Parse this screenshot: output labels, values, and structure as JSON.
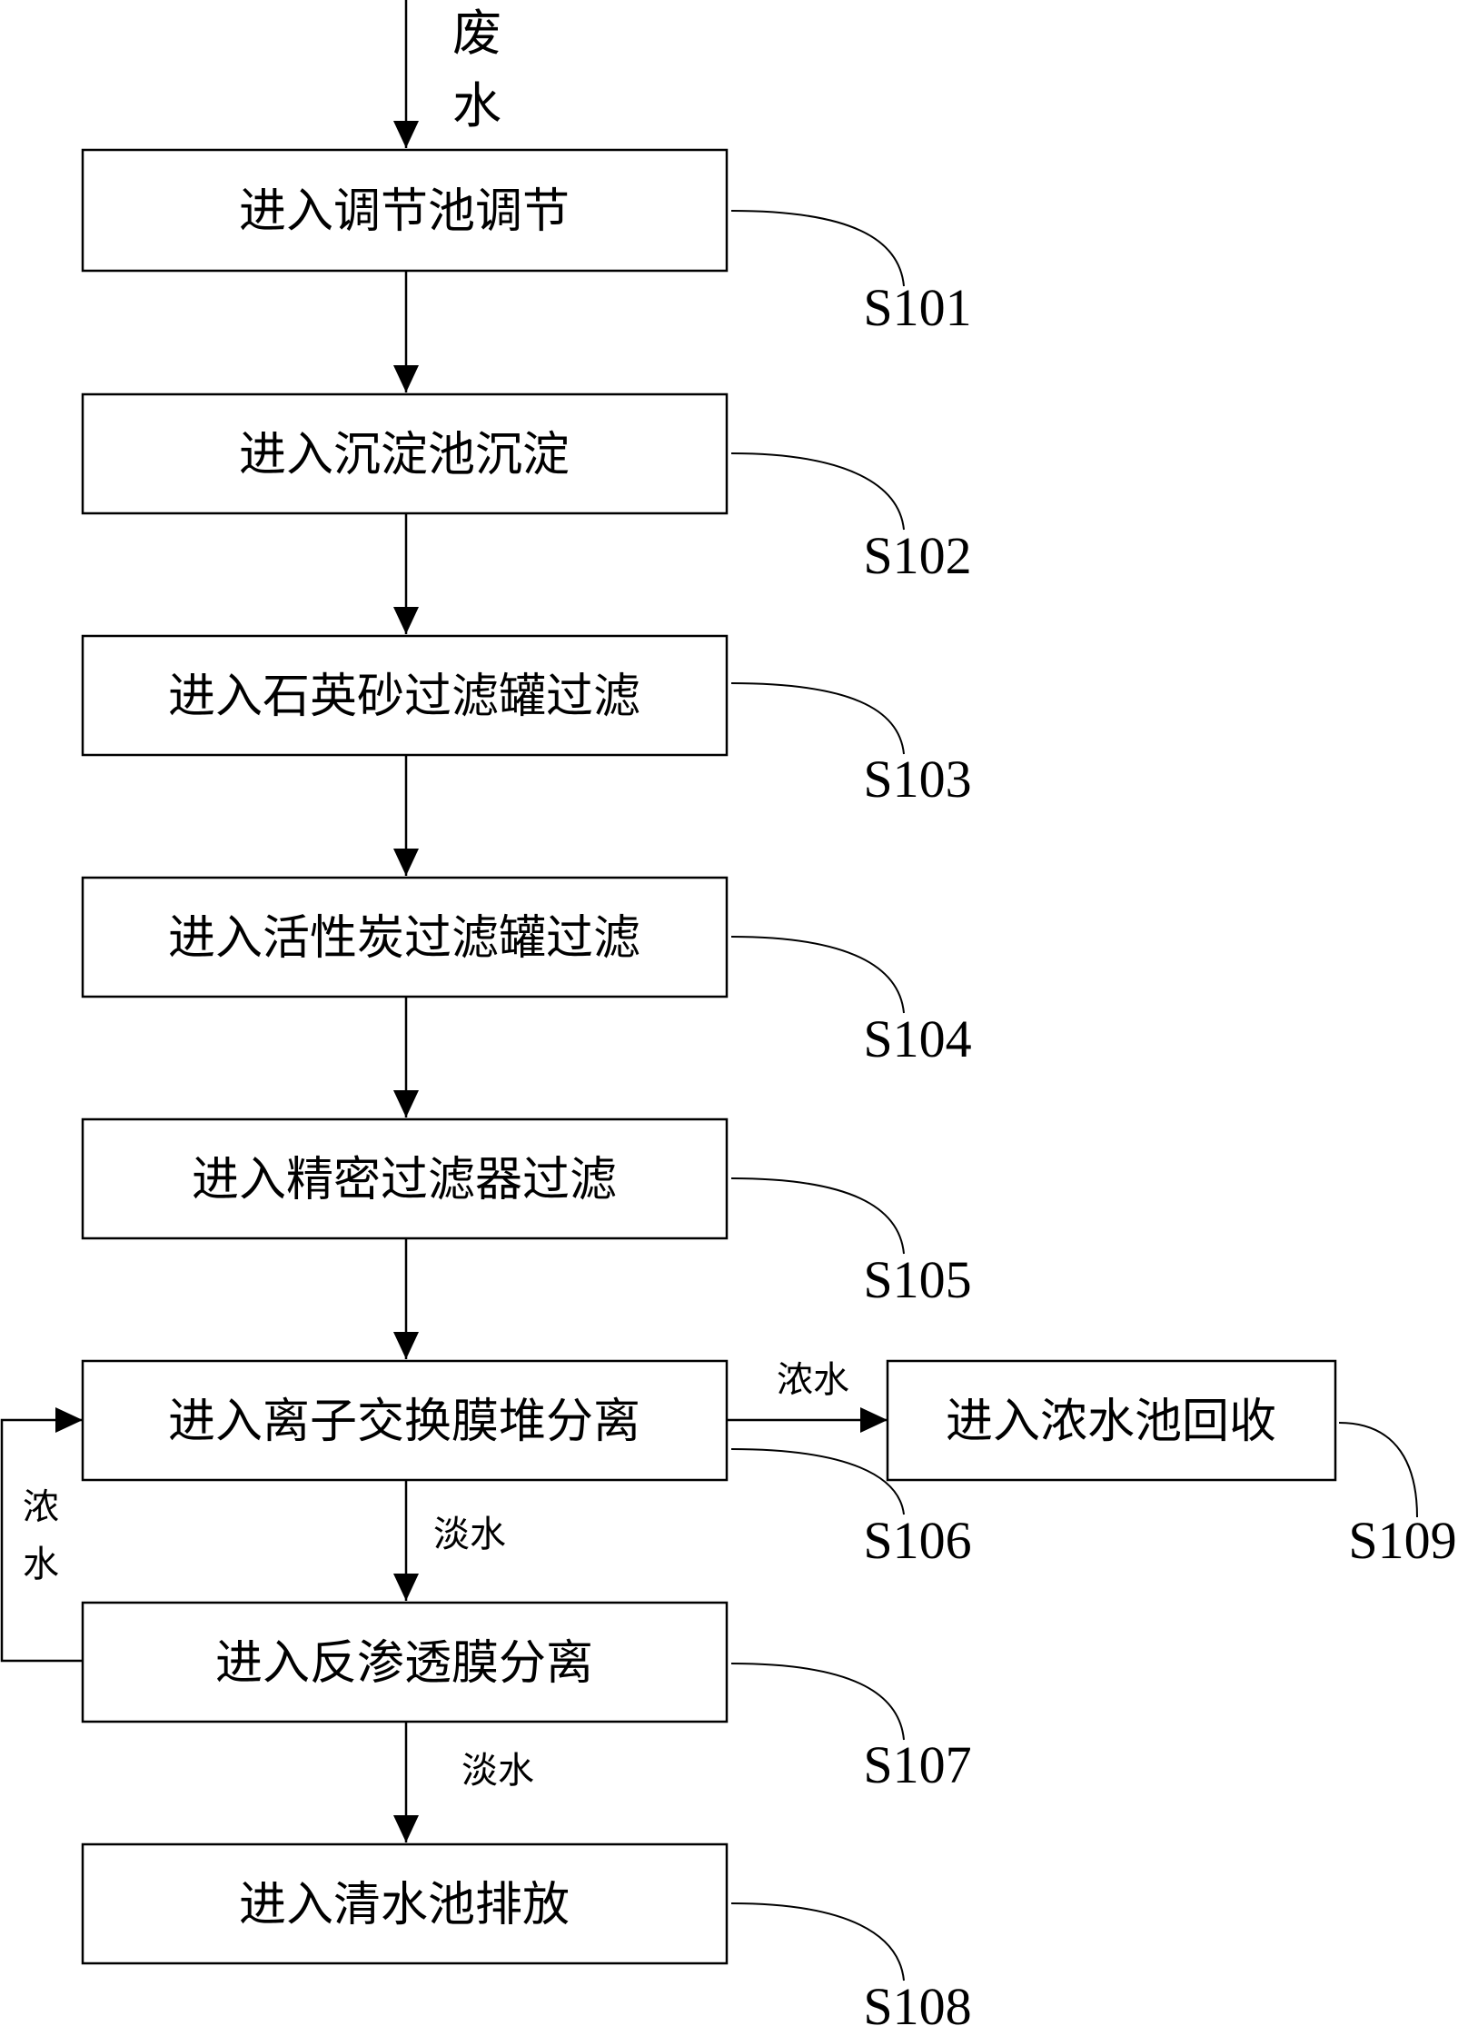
{
  "input": {
    "char1": "废",
    "char2": "水"
  },
  "steps": [
    {
      "id": "s101",
      "label": "进入调节池调节",
      "ref": "S101"
    },
    {
      "id": "s102",
      "label": "进入沉淀池沉淀",
      "ref": "S102"
    },
    {
      "id": "s103",
      "label": "进入石英砂过滤罐过滤",
      "ref": "S103"
    },
    {
      "id": "s104",
      "label": "进入活性炭过滤罐过滤",
      "ref": "S104"
    },
    {
      "id": "s105",
      "label": "进入精密过滤器过滤",
      "ref": "S105"
    },
    {
      "id": "s106",
      "label": "进入离子交换膜堆分离",
      "ref": "S106"
    },
    {
      "id": "s107",
      "label": "进入反渗透膜分离",
      "ref": "S107"
    },
    {
      "id": "s108",
      "label": "进入清水池排放",
      "ref": "S108"
    },
    {
      "id": "s109",
      "label": "进入浓水池回收",
      "ref": "S109"
    }
  ],
  "edge_labels": {
    "concentrate_to_pool": "浓水",
    "fresh_to_ro": "淡水",
    "fresh_to_clean": "淡水",
    "concentrate_return_1": "浓",
    "concentrate_return_2": "水"
  }
}
